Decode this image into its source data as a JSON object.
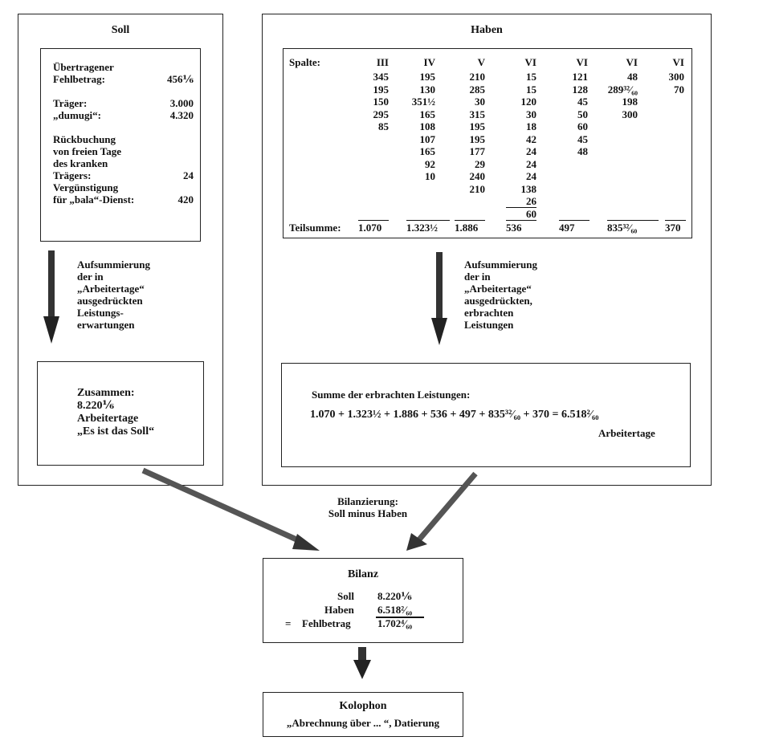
{
  "soll": {
    "title": "Soll",
    "carried": {
      "label1": "Übertragener",
      "label2": "Fehlbetrag:",
      "value": "456⅙"
    },
    "traeger": {
      "label": "Träger:",
      "value": "3.000"
    },
    "dumugi": {
      "label": "„dumugi“:",
      "value": "4.320"
    },
    "rueck": {
      "l1": "Rückbuchung",
      "l2": "von freien Tage",
      "l3": "des kranken",
      "l4": "Trägers:",
      "value": "24"
    },
    "verg": {
      "l1": "Vergünstigung",
      "l2": "für „bala“-Dienst:",
      "value": "420"
    },
    "arrow_text": [
      "Aufsummierung",
      "der in",
      "„Arbeitertage“",
      "ausgedrückten",
      "Leistungs-",
      "erwartungen"
    ],
    "total": [
      "Zusammen:",
      "8.220⅙",
      "Arbeitertage",
      "„Es ist das Soll“"
    ]
  },
  "haben": {
    "title": "Haben",
    "spalte_label": "Spalte:",
    "columns": [
      {
        "head": "III",
        "values": [
          "345",
          "195",
          "150",
          "295",
          "85"
        ],
        "subtotal": "1.070"
      },
      {
        "head": "IV",
        "values": [
          "195",
          "130",
          "351½",
          "165",
          "108",
          "107",
          "165",
          "92",
          "10"
        ],
        "subtotal": "1.323½"
      },
      {
        "head": "V",
        "values": [
          "210",
          "285",
          "30",
          "315",
          "195",
          "195",
          "177",
          "29",
          "240",
          "210"
        ],
        "subtotal": "1.886"
      },
      {
        "head": "VI",
        "values": [
          "15",
          "15",
          "120",
          "30",
          "18",
          "42",
          "24",
          "24",
          "24",
          "138",
          "26",
          "60"
        ],
        "subtotal": "536"
      },
      {
        "head": "VI",
        "values": [
          "121",
          "128",
          "45",
          "50",
          "60",
          "45",
          "48"
        ],
        "subtotal": "497"
      },
      {
        "head": "VI",
        "values": [
          "48",
          "289³²⁄₆₀",
          "198",
          "300"
        ],
        "subtotal": "835³²⁄₆₀"
      },
      {
        "head": "VI",
        "values": [
          "300",
          "70"
        ],
        "subtotal": "370"
      }
    ],
    "teilsumme_label": "Teilsumme:",
    "arrow_text": [
      "Aufsummierung",
      "der in",
      "„Arbeitertage“",
      "ausgedrückten,",
      "erbrachten",
      "Leistungen"
    ],
    "total_title": "Summe der erbrachten Leistungen:",
    "total_formula": "1.070 + 1.323½ + 1.886 + 536 + 497 + 835³²⁄₆₀  + 370  =  6.518²⁄₆₀",
    "total_unit": "Arbeitertage"
  },
  "bilanzierung": [
    "Bilanzierung:",
    "Soll minus Haben"
  ],
  "bilanz": {
    "title": "Bilanz",
    "soll_label": "Soll",
    "soll_value": "8.220⅙",
    "haben_label": "Haben",
    "haben_value": "6.518²⁄₆₀",
    "fehl_prefix": "=",
    "fehl_label": "Fehlbetrag",
    "fehl_value": "1.702⁴⁄₆₀"
  },
  "kolophon": {
    "title": "Kolophon",
    "text": "„Abrechnung über ... “,  Datierung"
  }
}
